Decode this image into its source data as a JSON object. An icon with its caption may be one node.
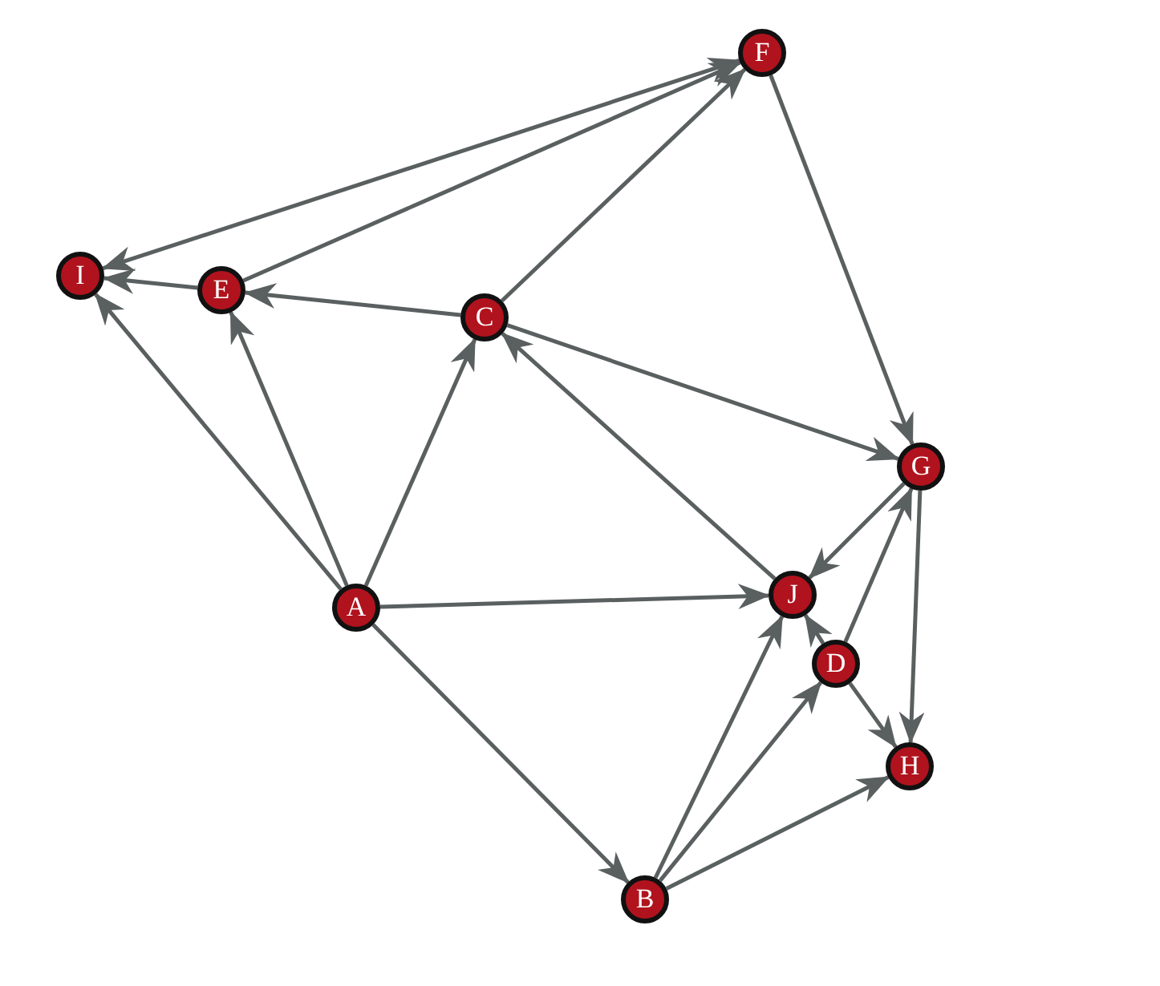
{
  "diagram": {
    "nodes": [
      {
        "text": [
          "F"
        ]
      },
      {
        "text": [
          "I"
        ]
      },
      {
        "text": [
          "E"
        ]
      },
      {
        "text": [
          "C"
        ]
      },
      {
        "text": [
          "G"
        ]
      },
      {
        "text": [
          "J"
        ]
      },
      {
        "text": [
          "A"
        ]
      },
      {
        "text": [
          "D"
        ]
      },
      {
        "text": [
          "H"
        ]
      },
      {
        "text": [
          "B"
        ]
      }
    ],
    "edges": [
      {
        "from": 1,
        "to": 0,
        "arrow": "both"
      },
      {
        "from": 2,
        "to": 0,
        "arrow": "to"
      },
      {
        "from": 3,
        "to": 0,
        "arrow": "to"
      },
      {
        "from": 3,
        "to": 2,
        "arrow": "to"
      },
      {
        "from": 2,
        "to": 1,
        "arrow": "to"
      },
      {
        "from": 0,
        "to": 4,
        "arrow": "to"
      },
      {
        "from": 3,
        "to": 4,
        "arrow": "to"
      },
      {
        "from": 5,
        "to": 3,
        "arrow": "to"
      },
      {
        "from": 6,
        "to": 1,
        "arrow": "to"
      },
      {
        "from": 6,
        "to": 2,
        "arrow": "to"
      },
      {
        "from": 6,
        "to": 3,
        "arrow": "to"
      },
      {
        "from": 6,
        "to": 5,
        "arrow": "to"
      },
      {
        "from": 6,
        "to": 9,
        "arrow": "to"
      },
      {
        "from": 9,
        "to": 5,
        "arrow": "to"
      },
      {
        "from": 9,
        "to": 7,
        "arrow": "to"
      },
      {
        "from": 9,
        "to": 8,
        "arrow": "to"
      },
      {
        "from": 7,
        "to": 5,
        "arrow": "to"
      },
      {
        "from": 7,
        "to": 4,
        "arrow": "to"
      },
      {
        "from": 7,
        "to": 8,
        "arrow": "to"
      },
      {
        "from": 4,
        "to": 5,
        "arrow": "to"
      },
      {
        "from": 4,
        "to": 8,
        "arrow": "to"
      }
    ]
  }
}
